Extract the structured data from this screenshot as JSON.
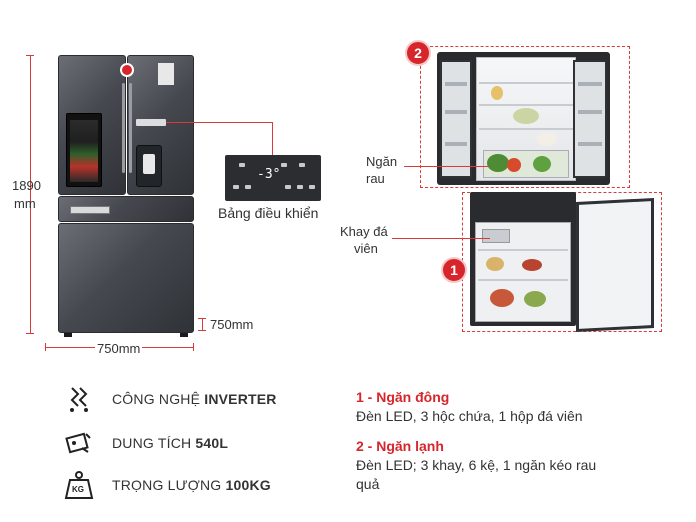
{
  "dimensions": {
    "height_value": "1890",
    "height_unit": "mm",
    "width_label": "750mm",
    "depth_label": "750mm"
  },
  "control_panel": {
    "label": "Bảng điều khiển",
    "temp_display": "-3°"
  },
  "callouts": {
    "crisper": {
      "line1": "Ngăn",
      "line2": "rau"
    },
    "ice_tray": {
      "line1": "Khay đá",
      "line2": "viên"
    },
    "badge_freezer": "1",
    "badge_fridge": "2"
  },
  "features": [
    {
      "icon": "inverter-icon",
      "prefix": "CÔNG NGHỆ ",
      "value": "INVERTER"
    },
    {
      "icon": "capacity-icon",
      "prefix": "DUNG TÍCH ",
      "value": "540L"
    },
    {
      "icon": "weight-icon",
      "prefix": "TRỌNG LƯỢNG ",
      "value": "100KG",
      "icon_text": "KG"
    }
  ],
  "specs": [
    {
      "title": "1 - Ngăn đông",
      "desc": "Đèn LED, 3 hộc chứa, 1 hộp đá viên"
    },
    {
      "title": "2 - Ngăn lạnh",
      "desc_line1": "Đèn LED; 3 khay, 6 kệ, 1 ngăn kéo rau",
      "desc_line2": "quả"
    }
  ],
  "colors": {
    "accent_red": "#d7262b",
    "line_red": "#d93a3a",
    "fridge_dark": "#45494f"
  }
}
